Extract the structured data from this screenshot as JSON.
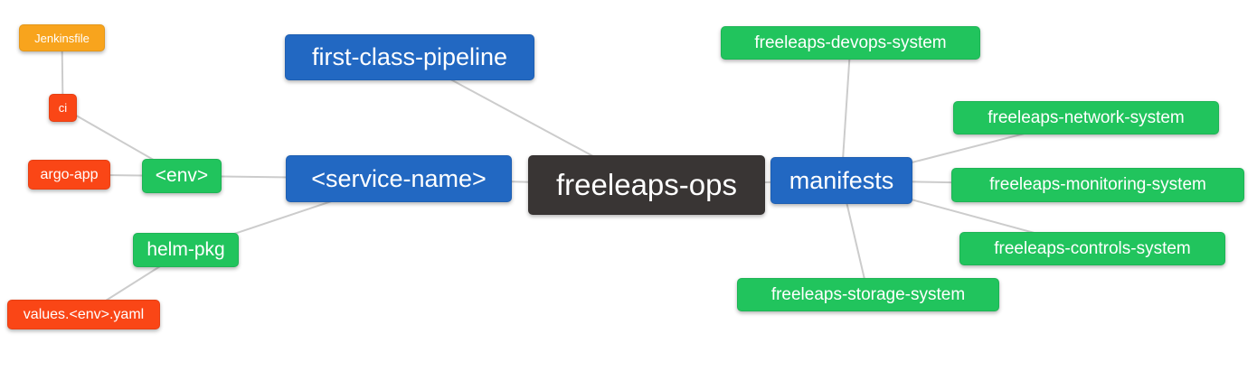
{
  "diagram": {
    "background": "#ffffff",
    "type": "mind-map"
  },
  "colors": {
    "blue": "#2268c2",
    "green": "#21c45d",
    "red": "#fa4616",
    "orange": "#f8a41d",
    "dark": "#393534",
    "text": "#ffffff",
    "edge": "#cccccc"
  },
  "nodes": [
    {
      "id": "jenkinsfile",
      "label": "Jenkinsfile",
      "color": "#f8a41d"
    },
    {
      "id": "ci",
      "label": "ci",
      "color": "#fa4616"
    },
    {
      "id": "argo-app",
      "label": "argo-app",
      "color": "#fa4616"
    },
    {
      "id": "env",
      "label": "<env>",
      "color": "#21c45d"
    },
    {
      "id": "helm-pkg",
      "label": "helm-pkg",
      "color": "#21c45d"
    },
    {
      "id": "values-env-yaml",
      "label": "values.<env>.yaml",
      "color": "#fa4616"
    },
    {
      "id": "first-class-pipeline",
      "label": "first-class-pipeline",
      "color": "#2268c2"
    },
    {
      "id": "service-name",
      "label": "<service-name>",
      "color": "#2268c2"
    },
    {
      "id": "freeleaps-ops",
      "label": "freeleaps-ops",
      "color": "#393534"
    },
    {
      "id": "manifests",
      "label": "manifests",
      "color": "#2268c2"
    },
    {
      "id": "freeleaps-devops-system",
      "label": "freeleaps-devops-system",
      "color": "#21c45d"
    },
    {
      "id": "freeleaps-network-system",
      "label": "freeleaps-network-system",
      "color": "#21c45d"
    },
    {
      "id": "freeleaps-monitoring-system",
      "label": "freeleaps-monitoring-system",
      "color": "#21c45d"
    },
    {
      "id": "freeleaps-controls-system",
      "label": "freeleaps-controls-system",
      "color": "#21c45d"
    },
    {
      "id": "freeleaps-storage-system",
      "label": "freeleaps-storage-system",
      "color": "#21c45d"
    }
  ],
  "edges": [
    {
      "from": "jenkinsfile",
      "to": "ci"
    },
    {
      "from": "ci",
      "to": "env"
    },
    {
      "from": "argo-app",
      "to": "env"
    },
    {
      "from": "env",
      "to": "service-name"
    },
    {
      "from": "helm-pkg",
      "to": "service-name"
    },
    {
      "from": "values-env-yaml",
      "to": "helm-pkg"
    },
    {
      "from": "service-name",
      "to": "freeleaps-ops"
    },
    {
      "from": "first-class-pipeline",
      "to": "freeleaps-ops"
    },
    {
      "from": "freeleaps-ops",
      "to": "manifests"
    },
    {
      "from": "manifests",
      "to": "freeleaps-devops-system"
    },
    {
      "from": "manifests",
      "to": "freeleaps-network-system"
    },
    {
      "from": "manifests",
      "to": "freeleaps-monitoring-system"
    },
    {
      "from": "manifests",
      "to": "freeleaps-controls-system"
    },
    {
      "from": "manifests",
      "to": "freeleaps-storage-system"
    }
  ]
}
